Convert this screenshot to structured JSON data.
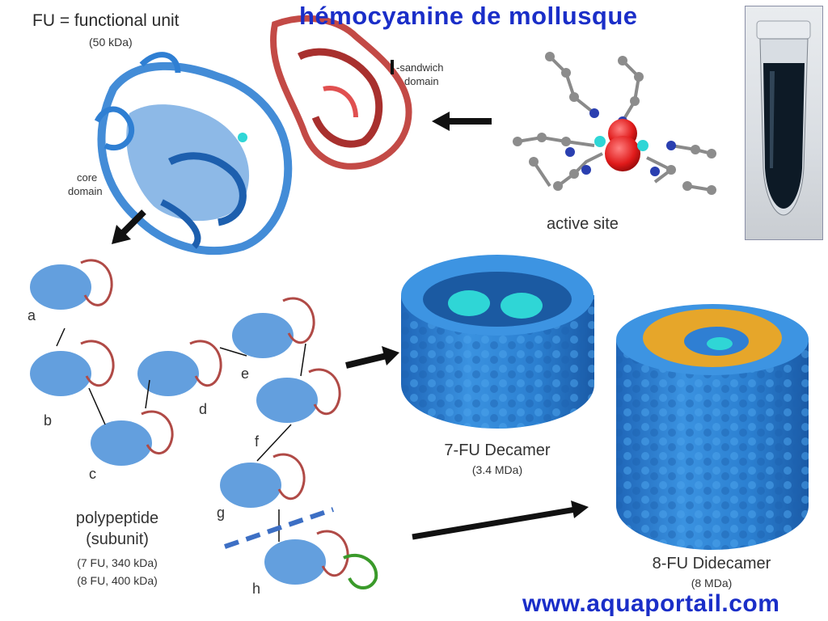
{
  "title": "hémocyanine de mollusque",
  "functional_unit": {
    "label": "FU = functional unit",
    "mass": "(50 kDa)"
  },
  "domains": {
    "sandwich": "-sandwich",
    "sandwich_2": "domain",
    "core": "core",
    "core_2": "domain"
  },
  "active_site": "active site",
  "chain_labels": [
    "a",
    "b",
    "c",
    "d",
    "e",
    "f",
    "g",
    "h"
  ],
  "polypeptide": {
    "line1": "polypeptide",
    "line2": "(subunit)",
    "line3": "(7 FU, 340 kDa)",
    "line4": "(8 FU, 400 kDa)"
  },
  "decamer": {
    "label": "7-FU Decamer",
    "mass": "(3.4 MDa)"
  },
  "didecamer": {
    "label": "8-FU Didecamer",
    "mass": "(8 MDa)"
  },
  "website": "www.aquaportail.com",
  "colors": {
    "protein_blue": "#2f7fd3",
    "domain_red": "#c0403c",
    "gold": "#e6a62a",
    "cyan": "#2fd6d6",
    "title_blue": "#1a2ec8"
  }
}
